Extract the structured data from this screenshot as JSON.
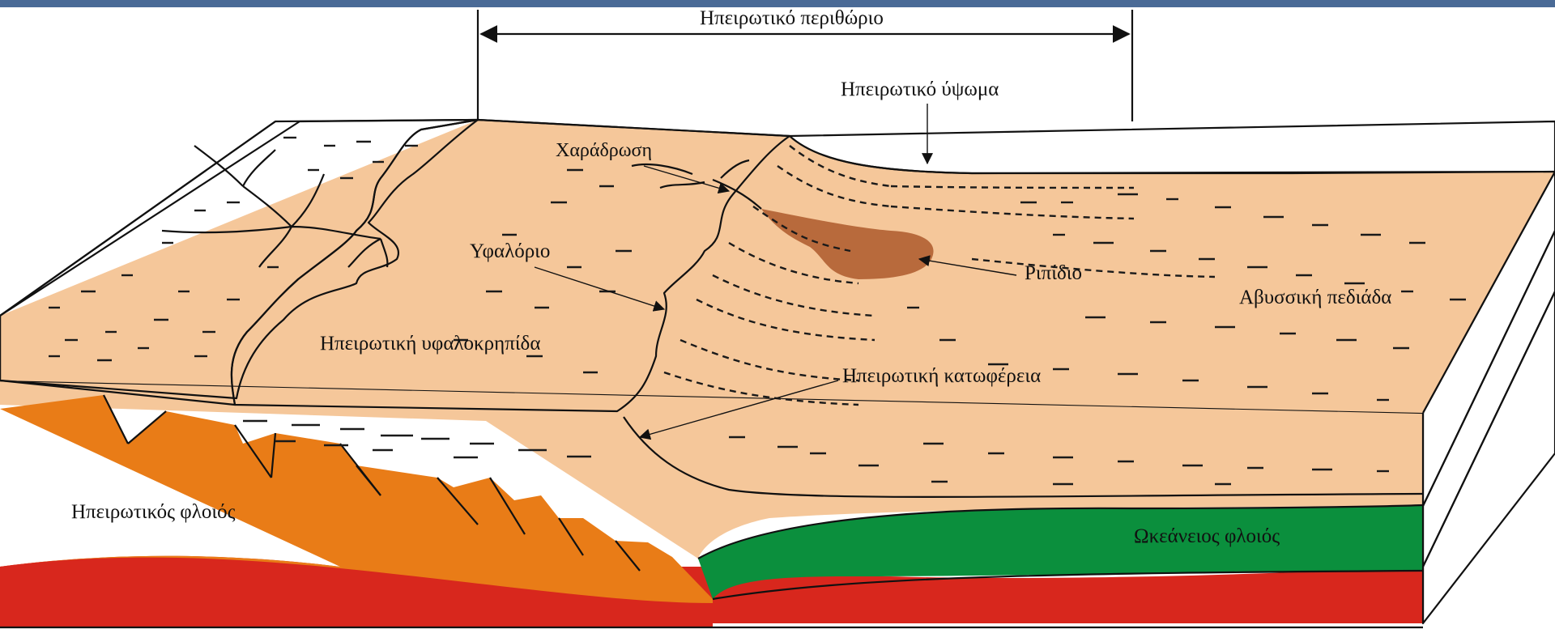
{
  "diagram": {
    "labels": {
      "continental_margin": "Ηπειρωτικό περιθώριο",
      "continental_rise": "Ηπειρωτικό ύψωμα",
      "canyon": "Χαράδρωση",
      "reef": "Υφαλόριο",
      "fan": "Ριπίδιο",
      "abyssal_plain": "Αβυσσική πεδιάδα",
      "continental_shelf": "Ηπειρωτική υφαλοκρηπίδα",
      "continental_slope": "Ηπειρωτική κατωφέρεια",
      "continental_crust": "Ηπειρωτικός φλοιός",
      "oceanic_crust": "Ωκεάνειος φλοιός"
    },
    "colors": {
      "top_bar": "#4a6a96",
      "land": "#76c043",
      "shelf": "#e9a07a",
      "sediment": "#f5c79a",
      "sea": "#bfe0f2",
      "fan": "#b86a3c",
      "continental_crust": "#e97c17",
      "oceanic_crust": "#0b8f3d",
      "mantle": "#d8271d"
    }
  }
}
